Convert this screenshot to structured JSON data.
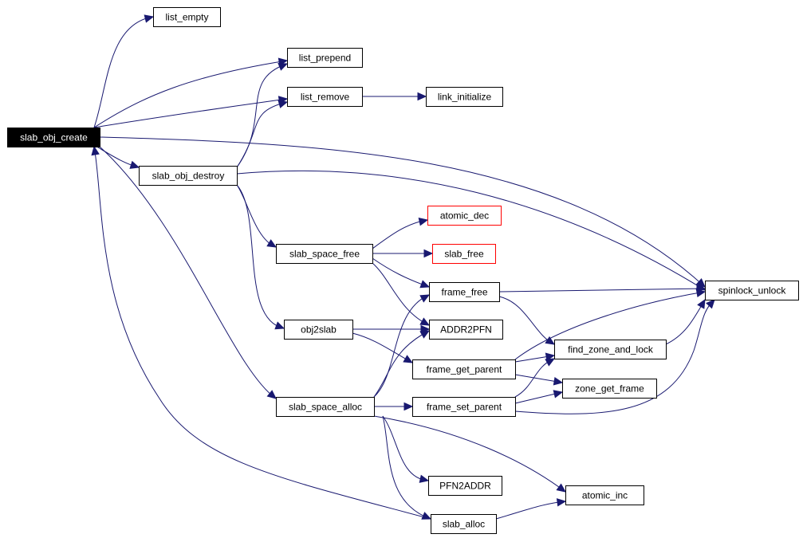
{
  "graph": {
    "edge_color": "#191970",
    "nodes": [
      {
        "id": "slab_obj_create",
        "label": "slab_obj_create",
        "style": "root"
      },
      {
        "id": "list_empty",
        "label": "list_empty",
        "style": "normal"
      },
      {
        "id": "list_prepend",
        "label": "list_prepend",
        "style": "normal"
      },
      {
        "id": "list_remove",
        "label": "list_remove",
        "style": "normal"
      },
      {
        "id": "link_initialize",
        "label": "link_initialize",
        "style": "normal"
      },
      {
        "id": "slab_obj_destroy",
        "label": "slab_obj_destroy",
        "style": "normal"
      },
      {
        "id": "atomic_dec",
        "label": "atomic_dec",
        "style": "red"
      },
      {
        "id": "slab_space_free",
        "label": "slab_space_free",
        "style": "normal"
      },
      {
        "id": "slab_free",
        "label": "slab_free",
        "style": "red"
      },
      {
        "id": "frame_free",
        "label": "frame_free",
        "style": "normal"
      },
      {
        "id": "spinlock_unlock",
        "label": "spinlock_unlock",
        "style": "normal"
      },
      {
        "id": "obj2slab",
        "label": "obj2slab",
        "style": "normal"
      },
      {
        "id": "ADDR2PFN",
        "label": "ADDR2PFN",
        "style": "normal"
      },
      {
        "id": "find_zone_and_lock",
        "label": "find_zone_and_lock",
        "style": "normal"
      },
      {
        "id": "frame_get_parent",
        "label": "frame_get_parent",
        "style": "normal"
      },
      {
        "id": "zone_get_frame",
        "label": "zone_get_frame",
        "style": "normal"
      },
      {
        "id": "slab_space_alloc",
        "label": "slab_space_alloc",
        "style": "normal"
      },
      {
        "id": "frame_set_parent",
        "label": "frame_set_parent",
        "style": "normal"
      },
      {
        "id": "PFN2ADDR",
        "label": "PFN2ADDR",
        "style": "normal"
      },
      {
        "id": "atomic_inc",
        "label": "atomic_inc",
        "style": "normal"
      },
      {
        "id": "slab_alloc",
        "label": "slab_alloc",
        "style": "normal"
      }
    ],
    "edges": [
      [
        "slab_obj_create",
        "list_empty"
      ],
      [
        "slab_obj_create",
        "list_prepend"
      ],
      [
        "slab_obj_create",
        "list_remove"
      ],
      [
        "slab_obj_create",
        "slab_obj_destroy"
      ],
      [
        "slab_obj_create",
        "spinlock_unlock"
      ],
      [
        "slab_obj_create",
        "slab_space_alloc"
      ],
      [
        "list_remove",
        "link_initialize"
      ],
      [
        "slab_obj_destroy",
        "list_prepend"
      ],
      [
        "slab_obj_destroy",
        "list_remove"
      ],
      [
        "slab_obj_destroy",
        "spinlock_unlock"
      ],
      [
        "slab_obj_destroy",
        "slab_space_free"
      ],
      [
        "slab_obj_destroy",
        "obj2slab"
      ],
      [
        "slab_space_free",
        "atomic_dec"
      ],
      [
        "slab_space_free",
        "slab_free"
      ],
      [
        "slab_space_free",
        "frame_free"
      ],
      [
        "slab_space_free",
        "ADDR2PFN"
      ],
      [
        "frame_free",
        "spinlock_unlock"
      ],
      [
        "frame_free",
        "find_zone_and_lock"
      ],
      [
        "obj2slab",
        "ADDR2PFN"
      ],
      [
        "obj2slab",
        "frame_get_parent"
      ],
      [
        "frame_get_parent",
        "find_zone_and_lock"
      ],
      [
        "frame_get_parent",
        "spinlock_unlock"
      ],
      [
        "frame_get_parent",
        "zone_get_frame"
      ],
      [
        "find_zone_and_lock",
        "spinlock_unlock"
      ],
      [
        "slab_space_alloc",
        "frame_free"
      ],
      [
        "slab_space_alloc",
        "ADDR2PFN"
      ],
      [
        "slab_space_alloc",
        "frame_set_parent"
      ],
      [
        "slab_space_alloc",
        "PFN2ADDR"
      ],
      [
        "slab_space_alloc",
        "atomic_inc"
      ],
      [
        "slab_space_alloc",
        "slab_alloc"
      ],
      [
        "frame_set_parent",
        "find_zone_and_lock"
      ],
      [
        "frame_set_parent",
        "zone_get_frame"
      ],
      [
        "frame_set_parent",
        "spinlock_unlock"
      ],
      [
        "slab_alloc",
        "slab_obj_create"
      ],
      [
        "slab_alloc",
        "atomic_inc"
      ]
    ]
  }
}
